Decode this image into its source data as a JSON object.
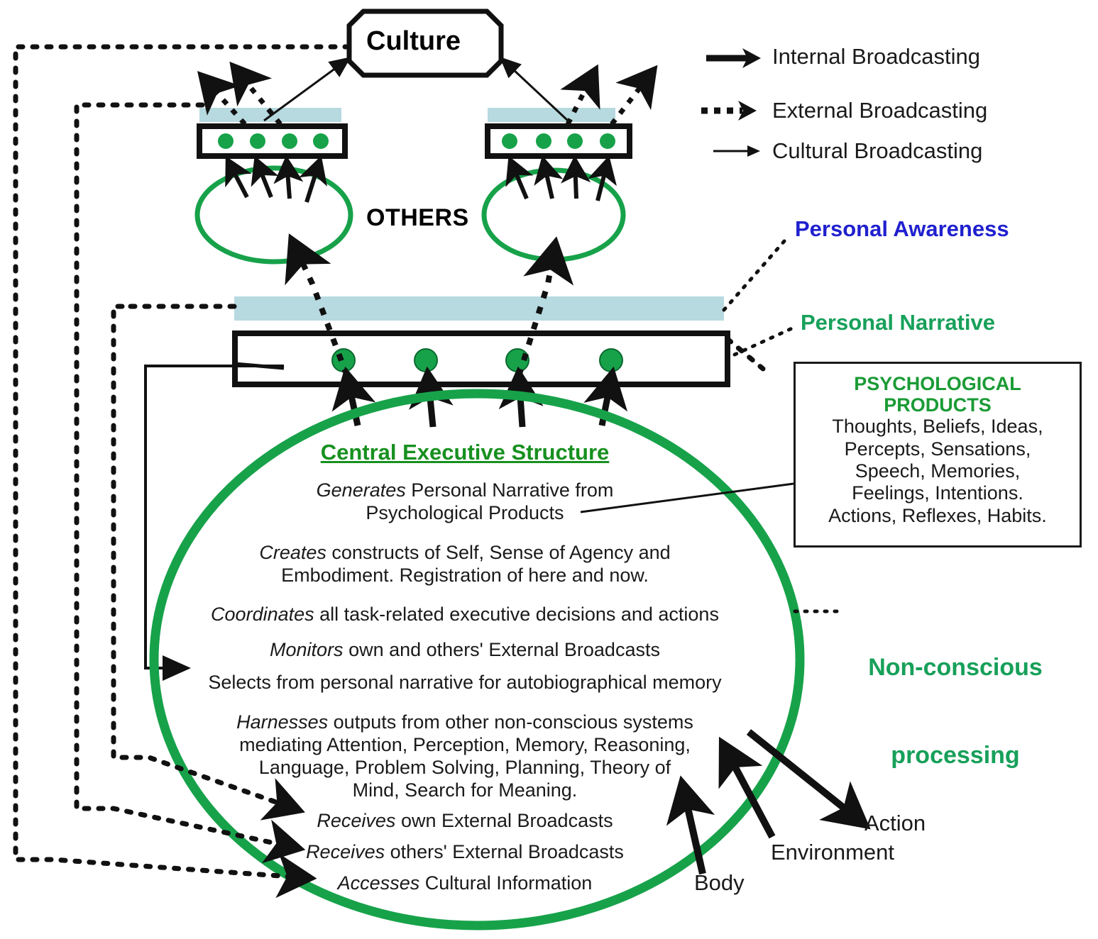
{
  "diagram": {
    "title_node": "Culture",
    "others_label": "OTHERS",
    "legend": [
      {
        "label": "Internal Broadcasting",
        "icon": "thick-solid-arrow-icon",
        "style": "solid-thick"
      },
      {
        "label": "External Broadcasting",
        "icon": "thick-dotted-arrow-icon",
        "style": "dotted-thick"
      },
      {
        "label": "Cultural Broadcasting",
        "icon": "thin-solid-arrow-icon",
        "style": "solid-thin"
      }
    ],
    "annotations": {
      "personal_awareness": "Personal Awareness",
      "personal_narrative": "Personal Narrative",
      "non_conscious_line1": "Non-conscious",
      "non_conscious_line2": "processing"
    },
    "psychological_products": {
      "title_line1": "PSYCHOLOGICAL",
      "title_line2": "PRODUCTS",
      "items": [
        "Thoughts, Beliefs, Ideas,",
        "Percepts, Sensations,",
        "Speech, Memories,",
        "Feelings, Intentions.",
        "Actions, Reflexes, Habits."
      ]
    },
    "central_executive": {
      "title": "Central Executive Structure",
      "functions": [
        {
          "verb": "Generates",
          "rest": " Personal Narrative from",
          "line2": "Psychological Products"
        },
        {
          "verb": "Creates",
          "rest": " constructs of Self, Sense of Agency and",
          "line2": "Embodiment. Registration of here and now."
        },
        {
          "verb": "Coordinates",
          "rest": " all task-related executive decisions and  actions",
          "line2": ""
        },
        {
          "verb": "Monitors",
          "rest": " own and others' External Broadcasts",
          "line2": ""
        },
        {
          "verb": "",
          "rest": "Selects from personal narrative for autobiographical memory",
          "line2": ""
        },
        {
          "verb": "Harnesses",
          "rest": " outputs from other non-conscious systems",
          "line2": "mediating Attention, Perception, Memory, Reasoning,|Language, Problem Solving, Planning, Theory of|Mind, Search for Meaning."
        },
        {
          "verb": "Receives",
          "rest": " own External Broadcasts",
          "line2": ""
        },
        {
          "verb": "Receives",
          "rest": " others' External Broadcasts",
          "line2": ""
        },
        {
          "verb": "Accesses",
          "rest": " Cultural Information",
          "line2": ""
        }
      ]
    },
    "io_labels": {
      "action": "Action",
      "environment": "Environment",
      "body": "Body"
    },
    "colors": {
      "green": "#17a24a",
      "green_dot": "#17a24a",
      "light_blue": "#b7d9e0",
      "blue_text": "#2020cf",
      "green_text": "#17a05a",
      "black": "#111111"
    }
  }
}
